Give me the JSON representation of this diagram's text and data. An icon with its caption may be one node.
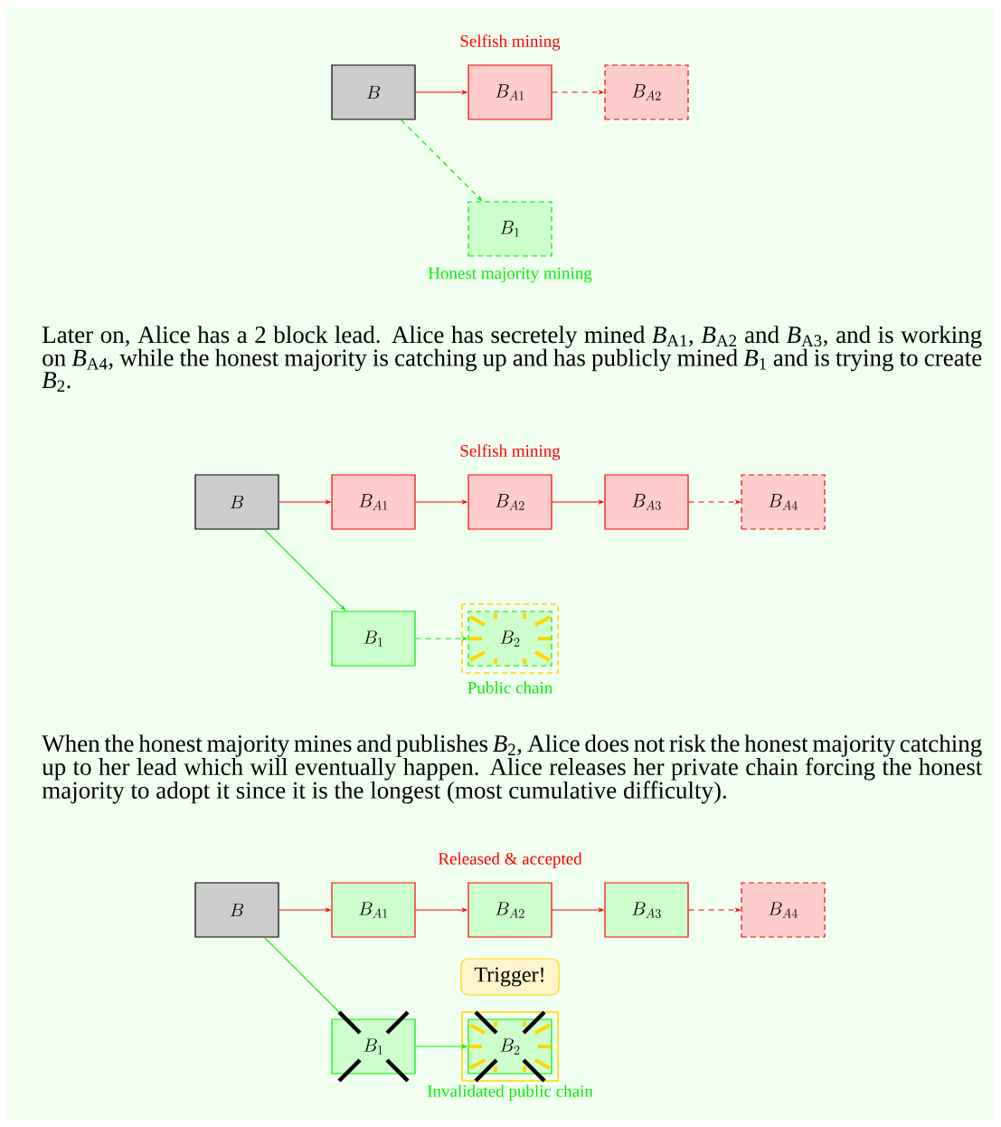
{
  "diagram": {
    "nodes": [
      {
        "text": [
          "B"
        ]
      },
      {
        "text": [
          "B_{A1}"
        ]
      },
      {
        "text": [
          "B_{A2}"
        ]
      },
      {
        "text": [
          "B_1"
        ],
        "beside": [
          "Honest majority mining"
        ]
      },
      {
        "text": [
          "B"
        ]
      },
      {
        "text": [
          "B_{A1}"
        ]
      },
      {
        "text": [
          "B_{A2}"
        ]
      },
      {
        "text": [
          "B_{A3}"
        ]
      },
      {
        "text": [
          "B_{A4}"
        ]
      },
      {
        "text": [
          "B_1"
        ]
      },
      {
        "text": [
          "B_2"
        ],
        "beside": [
          "Public chain"
        ]
      },
      {
        "text": [
          "B"
        ]
      },
      {
        "text": [
          "B_{A1}"
        ]
      },
      {
        "text": [
          "B_{A2}"
        ]
      },
      {
        "text": [
          "B_{A3}"
        ]
      },
      {
        "text": [
          "B_{A4}"
        ]
      },
      {
        "text": [
          "Trigger!"
        ]
      },
      {
        "text": [
          "B_1"
        ]
      },
      {
        "text": [
          "B_2"
        ],
        "beside": [
          "Invalidated public chain"
        ]
      }
    ],
    "edges": [
      {
        "from": 0,
        "to": 1,
        "arrow": "to"
      },
      {
        "from": 1,
        "to": 2,
        "arrow": "to",
        "style": "dashed"
      },
      {
        "from": 0,
        "to": 3,
        "arrow": "to",
        "style": "dashed",
        "color": "#00ee00"
      },
      {
        "from": 4,
        "to": 5,
        "arrow": "to"
      },
      {
        "from": 5,
        "to": 6,
        "arrow": "to"
      },
      {
        "from": 6,
        "to": 7,
        "arrow": "to"
      },
      {
        "from": 7,
        "to": 8,
        "arrow": "to",
        "style": "dashed"
      },
      {
        "from": 4,
        "to": 9,
        "arrow": "to",
        "color": "#00ee00"
      },
      {
        "from": 9,
        "to": 10,
        "arrow": "to",
        "style": "dashed",
        "color": "#00ee00"
      },
      {
        "from": 11,
        "to": 12,
        "arrow": "to"
      },
      {
        "from": 12,
        "to": 13,
        "arrow": "to"
      },
      {
        "from": 13,
        "to": 14,
        "arrow": "to"
      },
      {
        "from": 14,
        "to": 15,
        "arrow": "to",
        "style": "dashed"
      },
      {
        "from": 11,
        "to": 17,
        "arrow": "to",
        "color": "#00ee00"
      },
      {
        "from": 17,
        "to": 18,
        "arrow": "to",
        "color": "#00ee00"
      }
    ],
    "labels": [
      "Selfish mining",
      "Later on, Alice has a 2 block lead. Alice has secretely mined *B*$_{A1}$, *B*$_{A2}$ and *B*$_{A3}$, and is working on *B*$_{A4}$, while the honest majority is catching up and has publicly mined *B*$_{1}$ and is trying to create *B*$_{2}$.",
      "Selfish mining",
      "When the honest majority mines and publishes *B*$_{2}$, Alice does not risk the honest majority catching up to her lead which will eventually happen. Alice releases her private chain forcing the honest majority to adopt it since it is the longest (most cumulative difficulty).",
      "Released & accepted"
    ]
  }
}
